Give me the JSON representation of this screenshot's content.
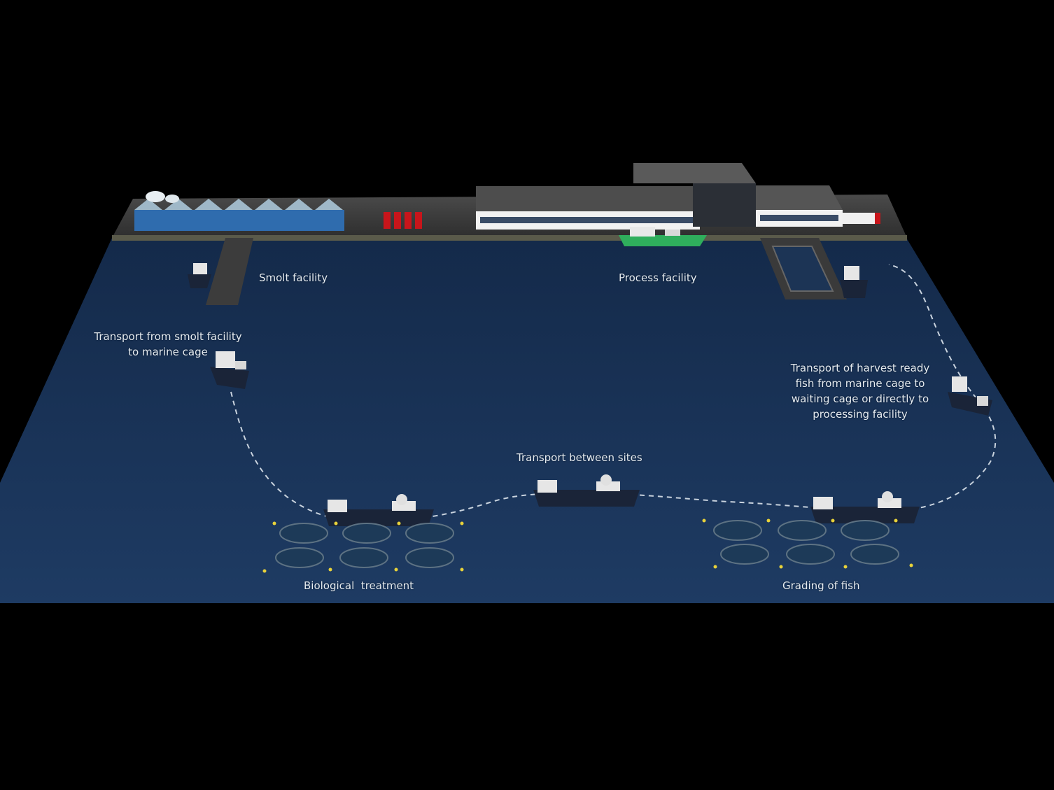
{
  "labels": {
    "smolt_facility": "Smolt facility",
    "process_facility": "Process facility",
    "transport_smolt": [
      "Transport from smolt facility",
      "to marine cage"
    ],
    "transport_harvest": [
      "Transport of harvest ready",
      "fish from marine cage to",
      "waiting cage or directly to",
      "processing facility"
    ],
    "transport_between": "Transport between sites",
    "biological_treatment": "Biological  treatment",
    "grading": "Grading of fish"
  },
  "colors": {
    "background": "#000000",
    "sea": "#1b3458",
    "pier": "#3c3c3c",
    "smolt_sheds": "#2f6cae",
    "factory": "#f2f2f2",
    "green_vessel": "#2fae5c",
    "containers": "#c8151b",
    "route": "#c9d3de",
    "buoys": "#e8d23a"
  }
}
